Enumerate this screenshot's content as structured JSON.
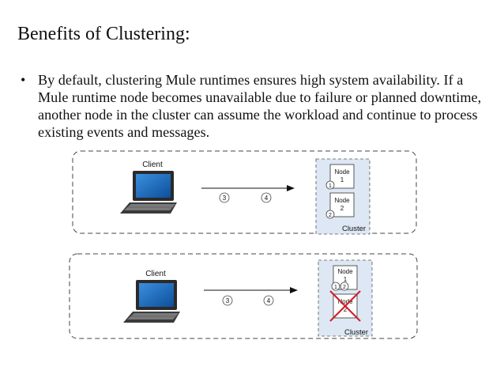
{
  "slide": {
    "title": "Benefits of Clustering:",
    "bullet": "By default, clustering Mule runtimes ensures high system availability. If a Mule runtime node becomes unavailable due to failure or planned downtime, another node in the cluster can assume the workload and continue to process existing events and messages."
  },
  "diagram_top": {
    "client_label": "Client",
    "arrow_markers": [
      "3",
      "4"
    ],
    "cluster_label": "Cluster",
    "node1": {
      "line1": "Node",
      "line2": "1",
      "badge": "1"
    },
    "node2": {
      "line1": "Node",
      "line2": "2",
      "badge": "2"
    }
  },
  "diagram_bottom": {
    "client_label": "Client",
    "arrow_markers": [
      "3",
      "4"
    ],
    "cluster_label": "Cluster",
    "node1": {
      "line1": "Node",
      "line2": "1",
      "badges": [
        "1",
        "2"
      ]
    },
    "node2": {
      "line1": "Node",
      "line2": "2",
      "failed": true
    }
  },
  "colors": {
    "cluster_fill": "#dde8f4",
    "screen": "#1e6fc0",
    "failure_mark": "#d0232b"
  }
}
